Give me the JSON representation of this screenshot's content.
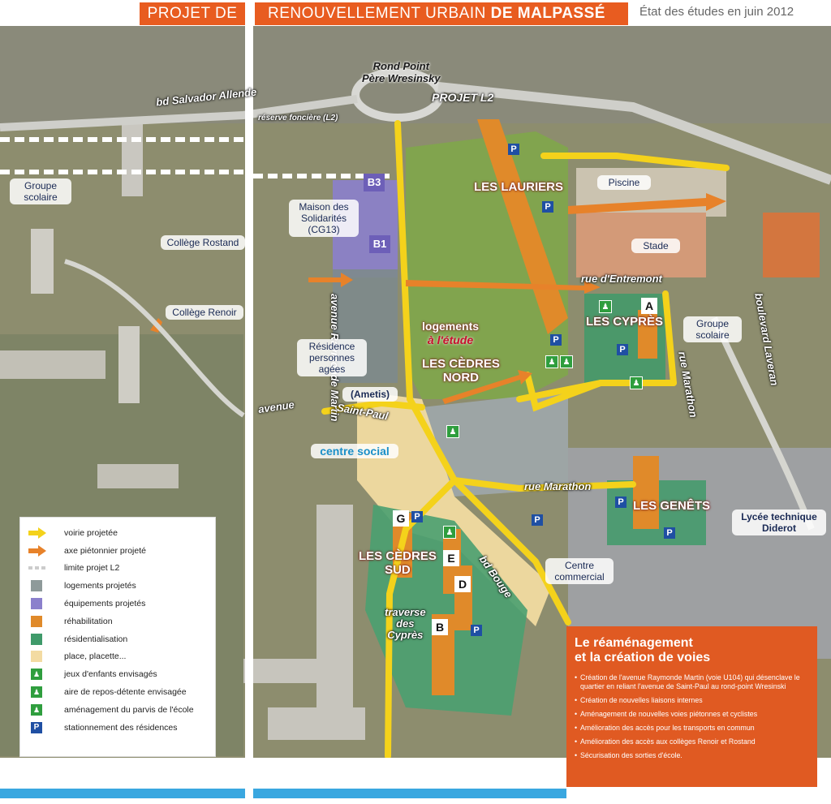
{
  "header": {
    "title_part1": "PROJET DE",
    "title_part2_normal": "RENOUVELLEMENT URBAIN ",
    "title_part2_bold": "DE MALPASSÉ",
    "status": "État des études en juin 2012"
  },
  "map": {
    "roads": {
      "rond_point_line1": "Rond Point",
      "rond_point_line2": "Père Wresinsky",
      "projet_l2": "PROJET L2",
      "bd_allende": "bd Salvador Allende",
      "reserve": "réserve foncière (L2)",
      "avenue_raymonde": "avenue Raymonde Martin",
      "avenue_saint_paul_1": "avenue",
      "avenue_saint_paul_2": "Saint-Paul",
      "rue_entremont": "rue d'Entremont",
      "rue_marathon_v": "rue Marathon",
      "rue_marathon_h": "rue Marathon",
      "boulevard_laveran": "boulevard Laveran",
      "bd_bouge": "bd Bouge",
      "traverse_1": "traverse",
      "traverse_2": "des",
      "traverse_3": "Cyprès"
    },
    "places": {
      "groupe_scolaire_left": "Groupe scolaire",
      "maison_solidarites": "Maison des Solidarités (CG13)",
      "college_rostand": "Collège Rostand",
      "college_renoir": "Collège Renoir",
      "residence": "Résidence personnes agées",
      "ametis": "(Ametis)",
      "centre_social": "centre social",
      "piscine": "Piscine",
      "stade": "Stade",
      "groupe_scolaire_right": "Groupe scolaire",
      "lycee": "Lycée technique Diderot",
      "centre_commercial": "Centre commercial"
    },
    "zones": {
      "lauriers": "LES LAURIERS",
      "cypres": "LES CYPRÈS",
      "cedres_nord_1": "LES CÈDRES",
      "cedres_nord_2": "NORD",
      "cedres_sud_1": "LES CÈDRES",
      "cedres_sud_2": "SUD",
      "genets": "LES GENÊTS",
      "logements": "logements",
      "a_etude": "à l'étude"
    },
    "letters": {
      "a": "A",
      "b": "B",
      "d": "D",
      "e": "E",
      "g": "G",
      "b1": "B1",
      "b3": "B3",
      "p": "P"
    }
  },
  "legend": {
    "items": [
      {
        "label": "voirie projetée",
        "symbol": "yellow-arrow",
        "color": "#f4d21b"
      },
      {
        "label": "axe piétonnier projeté",
        "symbol": "orange-arrow",
        "color": "#e7822a"
      },
      {
        "label": "limite projet L2",
        "symbol": "dashed-line",
        "color": "#dddddd"
      },
      {
        "label": "logements projetés",
        "symbol": "square",
        "color": "#8e9a9a"
      },
      {
        "label": "équipements projetés",
        "symbol": "square",
        "color": "#8b80cc"
      },
      {
        "label": "réhabilitation",
        "symbol": "square",
        "color": "#e08a2a"
      },
      {
        "label": "résidentialisation",
        "symbol": "square",
        "color": "#3f9a6a"
      },
      {
        "label": "place, placette...",
        "symbol": "square",
        "color": "#f3dba2"
      },
      {
        "label": "jeux d'enfants envisagés",
        "symbol": "play-icon",
        "color": "#2f9e3e"
      },
      {
        "label": "aire de repos-détente envisagée",
        "symbol": "rest-icon",
        "color": "#2f9e3e"
      },
      {
        "label": "aménagement du parvis de l'école",
        "symbol": "school-icon",
        "color": "#2f9e3e"
      },
      {
        "label": "stationnement des résidences",
        "symbol": "parking-icon",
        "color": "#1f4fa3"
      }
    ]
  },
  "infobox": {
    "title_line1": "Le réaménagement",
    "title_line2": "et la création de voies",
    "bullets": [
      "Création de l'avenue Raymonde Martin (voie U104) qui désenclave le quartier en reliant l'avenue de Saint-Paul au rond-point Wresinski",
      "Création de nouvelles liaisons internes",
      "Aménagement de nouvelles voies piétonnes et cyclistes",
      "Amélioration des accès pour les transports en commun",
      "Amélioration des accès aux collèges Renoir et Rostand",
      "Sécurisation des sorties d'école."
    ]
  },
  "colors": {
    "brand_orange": "#e85c20",
    "road_yellow": "#f4d21b",
    "footer_blue": "#3aa7e0"
  }
}
